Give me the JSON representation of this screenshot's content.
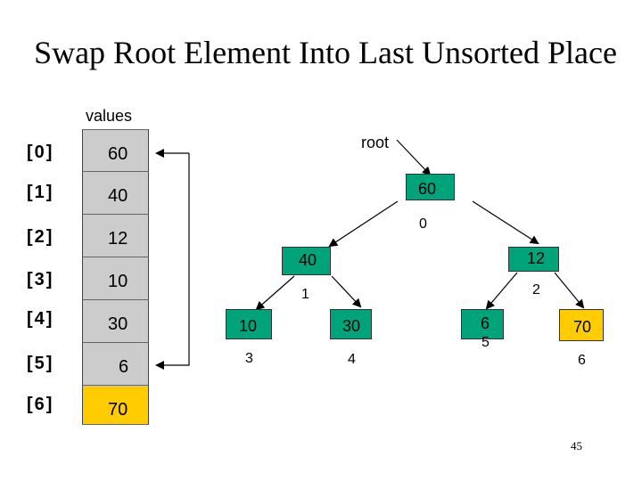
{
  "title": "Swap Root Element Into Last Unsorted Place",
  "array_label": "values",
  "root_label": "root",
  "array": {
    "indices": [
      "[0]",
      "[1]",
      "[2]",
      "[3]",
      "[4]",
      "[5]",
      "[6]"
    ],
    "values": [
      "60",
      "40",
      "12",
      "10",
      "30",
      "6",
      "70"
    ]
  },
  "tree": {
    "root": {
      "value": "60",
      "index": "0"
    },
    "left": {
      "value": "40",
      "index": "1"
    },
    "right": {
      "value": "12",
      "index": "2"
    },
    "left_left": {
      "value": "10",
      "index": "3"
    },
    "left_right": {
      "value": "30",
      "index": "4"
    },
    "right_left": {
      "value": "6",
      "index": "5"
    },
    "right_right": {
      "value": "70",
      "index": "6"
    }
  },
  "colors": {
    "node": "#00a37a",
    "sorted": "#ffcc00",
    "cell": "#cccccc"
  },
  "page_number": "45"
}
